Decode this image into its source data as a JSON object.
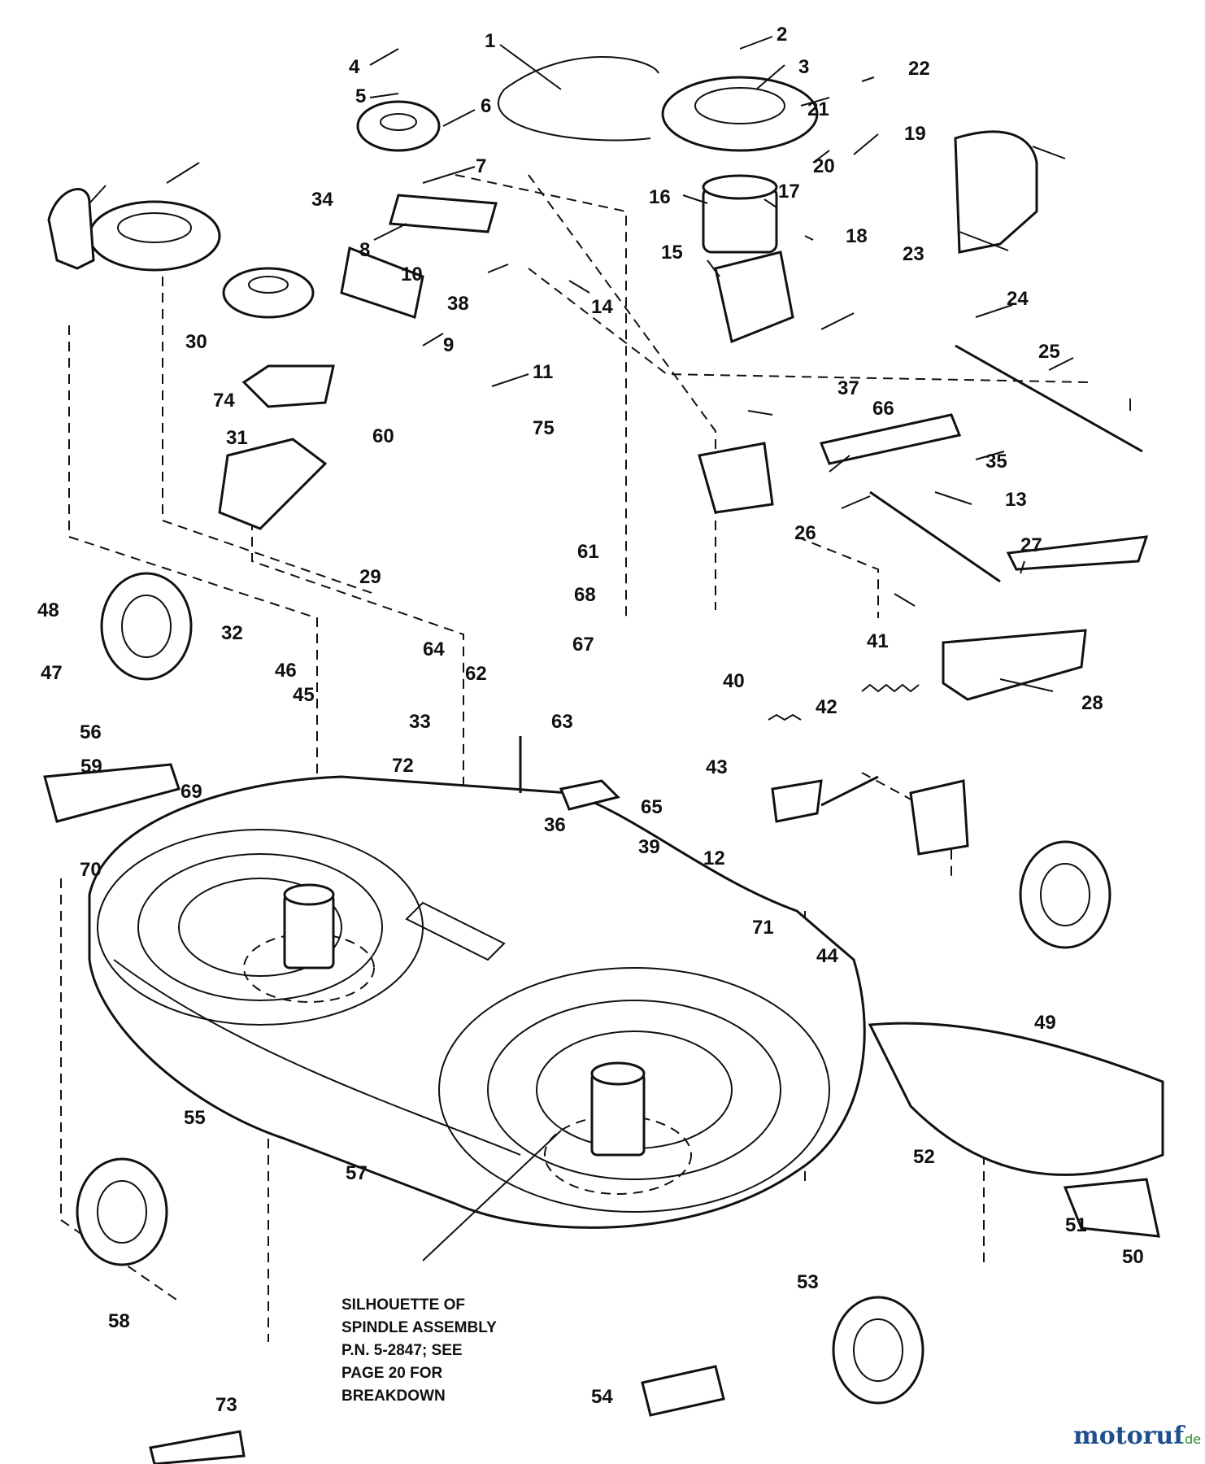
{
  "callouts": [
    "1",
    "2",
    "3",
    "4",
    "5",
    "6",
    "7",
    "8",
    "9",
    "10",
    "11",
    "12",
    "13",
    "14",
    "15",
    "16",
    "17",
    "18",
    "19",
    "20",
    "21",
    "22",
    "23",
    "24",
    "25",
    "26",
    "27",
    "28",
    "29",
    "30",
    "31",
    "32",
    "33",
    "34",
    "35",
    "36",
    "37",
    "38",
    "39",
    "40",
    "41",
    "42",
    "43",
    "44",
    "45",
    "46",
    "47",
    "48",
    "49",
    "50",
    "51",
    "52",
    "53",
    "54",
    "55",
    "56",
    "57",
    "58",
    "59",
    "60",
    "61",
    "62",
    "63",
    "64",
    "65",
    "66",
    "67",
    "68",
    "69",
    "70",
    "71",
    "72",
    "73",
    "74",
    "75"
  ],
  "note": {
    "lines": [
      "SILHOUETTE OF",
      "SPINDLE ASSEMBLY",
      "P.N. 5-2847; SEE",
      "PAGE 20 FOR",
      "BREAKDOWN"
    ]
  },
  "watermark": {
    "text": "motoruf",
    "suffix": ".de",
    "color": "#1f4f8f",
    "accent": "#2a8a2a"
  }
}
